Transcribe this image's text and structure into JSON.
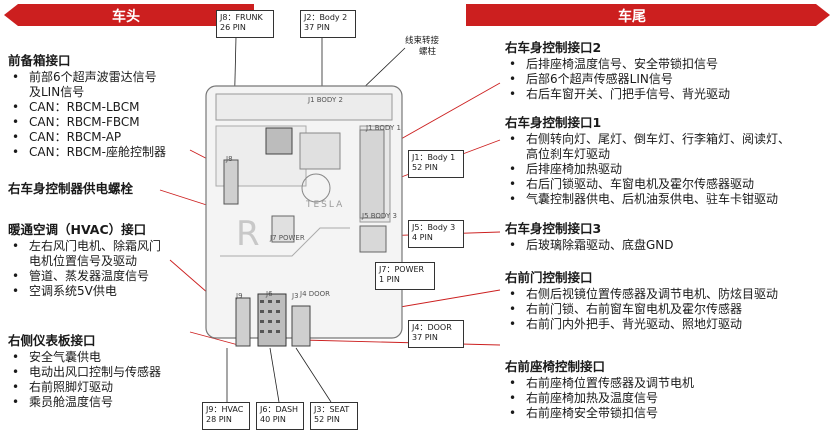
{
  "banners": {
    "left": "车头",
    "right": "车尾"
  },
  "left_sections": [
    {
      "title": "前备箱接口",
      "items": [
        "前部6个超声波雷达信号",
        "CAN：RBCM-LBCM",
        "CAN：RBCM-FBCM",
        "CAN：RBCM-AP",
        "CAN：RBCM-座舱控制器"
      ],
      "item0_line2": "及LIN信号"
    },
    {
      "title": "右车身控制器供电螺栓",
      "items": []
    },
    {
      "title": "暖通空调（HVAC）接口",
      "items": [
        "左右风门电机、除霜风门",
        "电机位置信号及驱动",
        "管道、蒸发器温度信号",
        "空调系统5V供电"
      ]
    },
    {
      "title": "右侧仪表板接口",
      "items": [
        "安全气囊供电",
        "电动出风口控制与传感器",
        "右前照脚灯驱动",
        "乘员舱温度信号"
      ]
    }
  ],
  "right_sections": [
    {
      "title": "右车身控制接口2",
      "items": [
        "后排座椅温度信号、安全带锁扣信号",
        "后部6个超声传感器LIN信号",
        "右后车窗开关、门把手信号、背光驱动"
      ]
    },
    {
      "title": "右车身控制接口1",
      "items": [
        "右侧转向灯、尾灯、倒车灯、行李箱灯、阅读灯、",
        "后排座椅加热驱动",
        "右后门锁驱动、车窗电机及霍尔传感器驱动",
        "气囊控制器供电、后机油泵供电、驻车卡钳驱动"
      ],
      "item0_line2": "高位刹车灯驱动"
    },
    {
      "title": "右车身控制接口3",
      "items": [
        "后玻璃除霜驱动、底盘GND"
      ]
    },
    {
      "title": "右前门控制接口",
      "items": [
        "右侧后视镜位置传感器及调节电机、防炫目驱动",
        "右前门锁、右前窗车窗电机及霍尔传感器",
        "右前门内外把手、背光驱动、照地灯驱动"
      ]
    },
    {
      "title": "右前座椅控制接口",
      "items": [
        "右前座椅位置传感器及调节电机",
        "右前座椅加热及温度信号",
        "右前座椅安全带锁扣信号"
      ]
    }
  ],
  "labels": {
    "j8": {
      "name": "J8：FRUNK",
      "pins": "26 PIN"
    },
    "j2": {
      "name": "J2：Body 2",
      "pins": "37 PIN"
    },
    "j1": {
      "name": "J1：Body 1",
      "pins": "52 PIN"
    },
    "j5": {
      "name": "J5：Body 3",
      "pins": "4 PIN"
    },
    "j7": {
      "name": "J7：POWER",
      "pins": "1 PIN"
    },
    "j4": {
      "name": "J4：DOOR",
      "pins": "37 PIN"
    },
    "j9": {
      "name": "J9：HVAC",
      "pins": "28 PIN"
    },
    "j6": {
      "name": "J6：DASH",
      "pins": "40 PIN"
    },
    "j3": {
      "name": "J3：SEAT",
      "pins": "52 PIN"
    }
  },
  "annotation": {
    "line1": "线束转接",
    "line2": "螺柱"
  },
  "board_text": {
    "j1_body2": "J1 BODY 2",
    "j1_body1": "J1 BODY 1",
    "j8": "J8",
    "body3": "J5 BODY 3",
    "power": "J7 POWER",
    "j9": "J9",
    "j6": "J6",
    "j3": "J3",
    "j4_door": "J4 DOOR",
    "big_r": "R",
    "brand": "TESLA"
  },
  "colors": {
    "accent_red": "#cc1f1f",
    "board": "#f2f2f2",
    "connector_dark": "#3c3c3c"
  }
}
